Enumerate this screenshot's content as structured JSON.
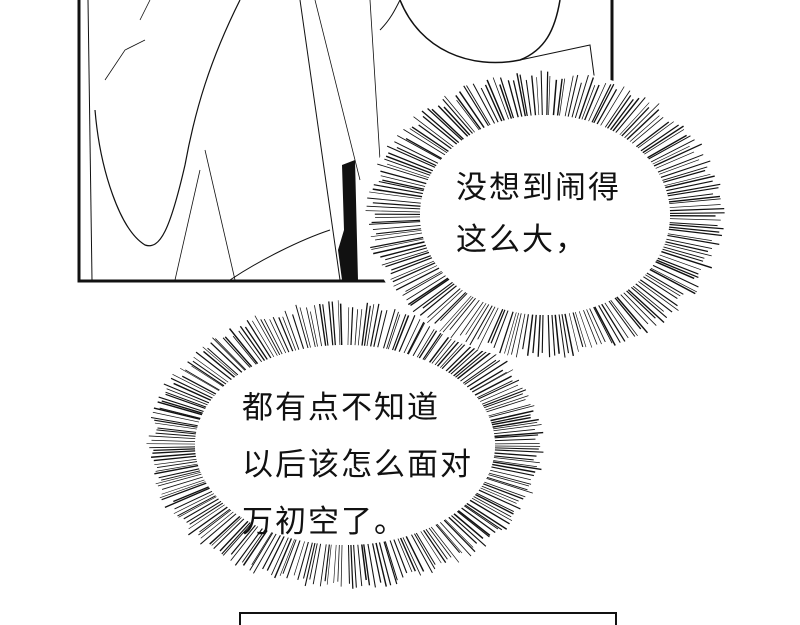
{
  "bubbles": [
    {
      "lines": [
        "没想到闹得",
        "这么大，"
      ]
    },
    {
      "lines": [
        "都有点不知道",
        "以后该怎么面对",
        "万初空了。"
      ]
    }
  ],
  "colors": {
    "ink": "#111111",
    "paper": "#ffffff"
  }
}
